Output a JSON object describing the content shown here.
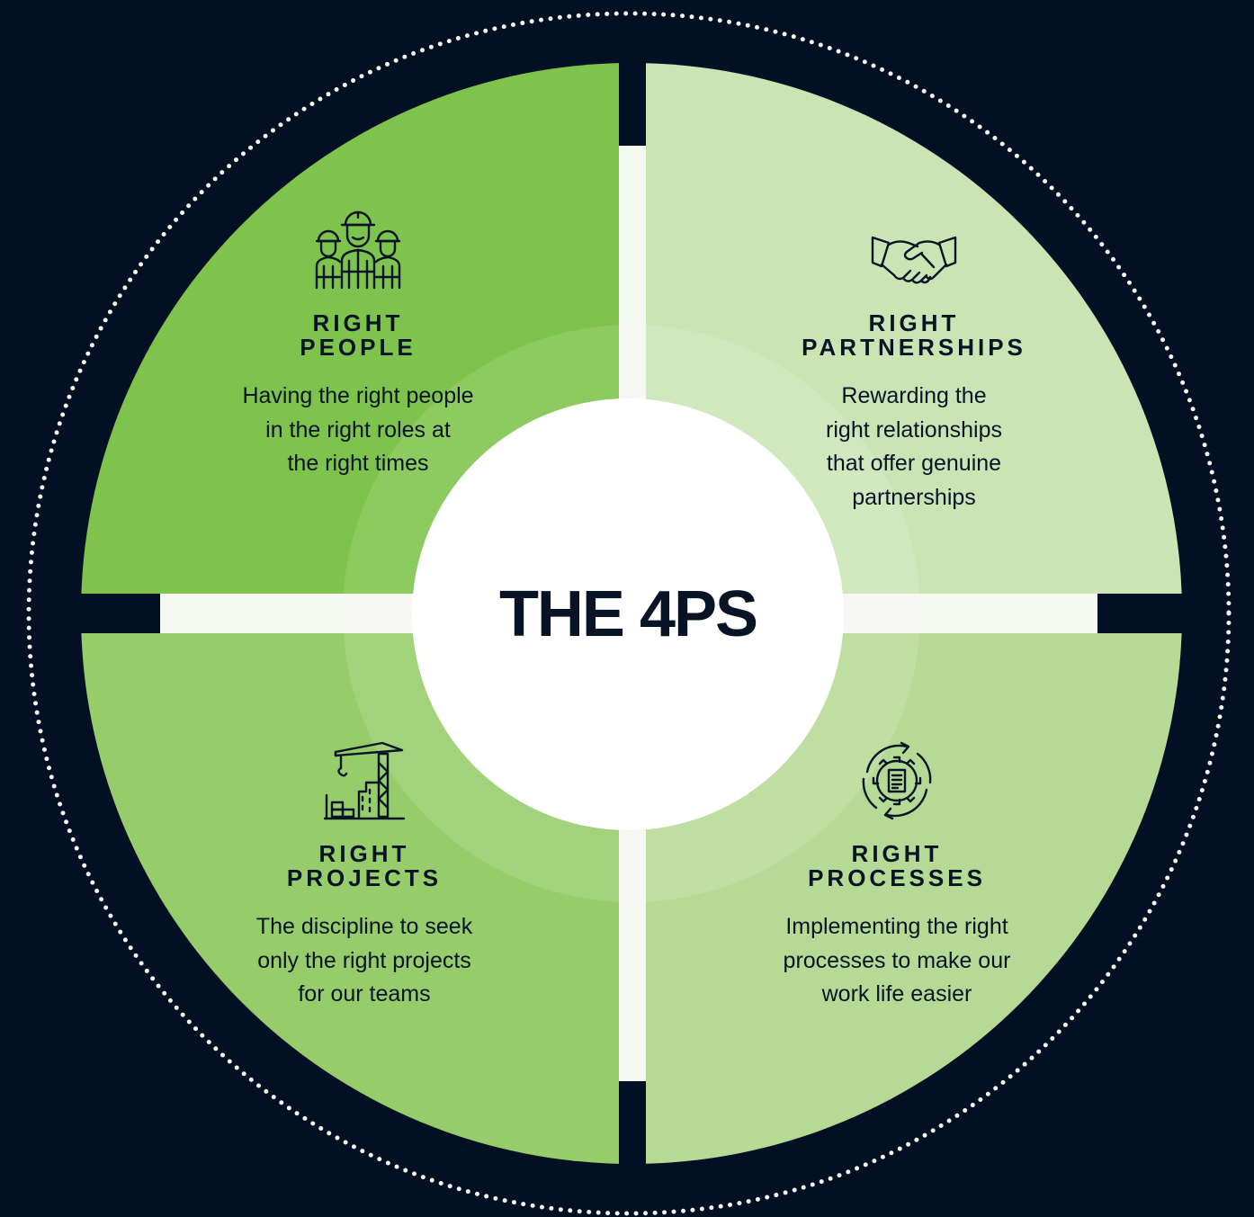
{
  "diagram": {
    "center_title": "THE 4PS",
    "colors": {
      "background": "#030f23",
      "ring_dots": "#f4f8ee",
      "separator": "#f6f8f2",
      "center_circle": "#ffffff",
      "text": "#081426",
      "people": "#7ec34b",
      "partnerships": "#cbe4b4",
      "projects": "#96cc6a",
      "processes": "#b5da96",
      "inner_ring": "#ffffff"
    },
    "quadrants": [
      {
        "id": "people",
        "heading_line1": "RIGHT",
        "heading_line2": "PEOPLE",
        "desc_line1": "Having the right people",
        "desc_line2": "in the right roles at",
        "desc_line3": "the right times",
        "icon": "construction-workers-icon"
      },
      {
        "id": "partnerships",
        "heading_line1": "RIGHT",
        "heading_line2": "PARTNERSHIPS",
        "desc_line1": "Rewarding the",
        "desc_line2": "right relationships",
        "desc_line3": "that offer genuine",
        "desc_line4": "partnerships",
        "icon": "handshake-icon"
      },
      {
        "id": "projects",
        "heading_line1": "RIGHT",
        "heading_line2": "PROJECTS",
        "desc_line1": "The discipline to seek",
        "desc_line2": "only the right projects",
        "desc_line3": "for our teams",
        "icon": "crane-building-icon"
      },
      {
        "id": "processes",
        "heading_line1": "RIGHT",
        "heading_line2": "PROCESSES",
        "desc_line1": "Implementing the right",
        "desc_line2": "processes to make our",
        "desc_line3": "work life easier",
        "icon": "gear-cycle-icon"
      }
    ]
  }
}
